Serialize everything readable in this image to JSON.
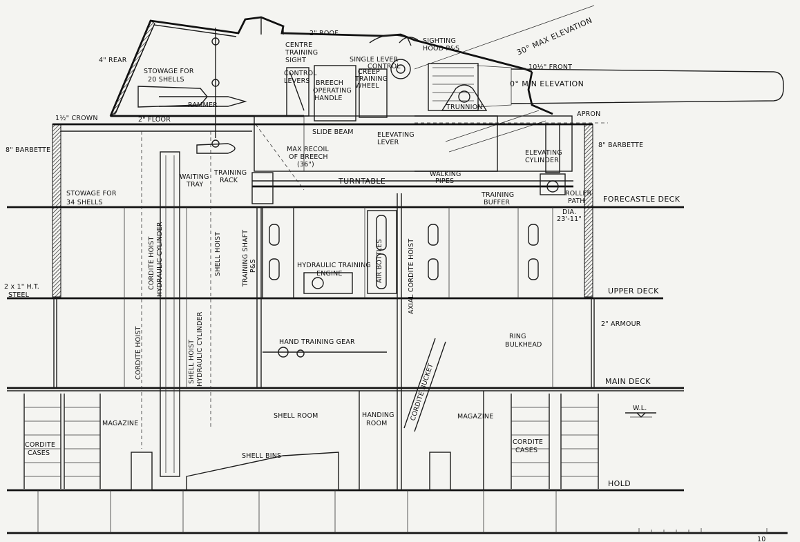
{
  "labels": {
    "roof": "2\" ROOF",
    "max_elevation": "30° MAX ELEVATION",
    "rear": "4\" REAR",
    "centre_training_sight": [
      "CENTRE",
      "TRAINING",
      "SIGHT"
    ],
    "sighting_hood": [
      "SIGHTING",
      "HOOD P&S"
    ],
    "single_lever_control": [
      "SINGLE LEVER",
      "CONTROL"
    ],
    "creep_training_wheel": [
      "CREEP",
      "TRAINING",
      "WHEEL"
    ],
    "front": "10½\" FRONT",
    "stowage_20": [
      "STOWAGE FOR",
      "20 SHELLS"
    ],
    "control_levers": [
      "CONTROL",
      "LEVERS"
    ],
    "breech_operating_handle": [
      "BREECH",
      "OPERATING",
      "HANDLE"
    ],
    "min_elevation": "0° MIN ELEVATION",
    "rammer": "RAMMER",
    "trunnion": "TRUNNION",
    "apron": "APRON",
    "crown": "1½\" CROWN",
    "floor": "2\" FLOOR",
    "slide_beam": "SLIDE BEAM",
    "elevating_lever": [
      "ELEVATING",
      "LEVER"
    ],
    "barbette_left": "8\" BARBETTE",
    "barbette_right": "8\" BARBETTE",
    "max_recoil": [
      "MAX RECOIL",
      "OF BREECH",
      "(36\")"
    ],
    "elevating_cylinder": [
      "ELEVATING",
      "CYLINDER"
    ],
    "training_rack": [
      "TRAINING",
      "RACK"
    ],
    "waiting_tray": [
      "WAITING",
      "TRAY"
    ],
    "walking_pipes": [
      "WALKING",
      "PIPES"
    ],
    "turntable": "TURNTABLE",
    "stowage_34": [
      "STOWAGE FOR",
      "34 SHELLS"
    ],
    "training_buffer": [
      "TRAINING",
      "BUFFER"
    ],
    "roller_path": [
      "ROLLER",
      "PATH"
    ],
    "forecastle_deck": "FORECASTLE DECK",
    "dia": [
      "DIA.",
      "23'-11\""
    ],
    "cordite_hoist_hydraulic_cylinder": [
      "CORDITE HOIST",
      "HYDRAULIC CYLINDER"
    ],
    "shell_hoist": "SHELL HOIST",
    "training_shaft": [
      "TRAINING SHAFT",
      "P&S"
    ],
    "hydraulic_training_engine": [
      "HYDRAULIC TRAINING",
      "ENGINE"
    ],
    "air_bottles": "AIR BOTTLES",
    "axial_cordite_hoist": "AXIAL CORDITE HOIST",
    "ht_steel": [
      "2 x 1\" H.T.",
      "STEEL"
    ],
    "upper_deck": "UPPER DECK",
    "cordite_hoist": "CORDITE HOIST",
    "shell_hoist_hydraulic_cylinder": [
      "SHELL HOIST",
      "HYDRAULIC CYLINDER"
    ],
    "two_inch_armour": "2\" ARMOUR",
    "hand_training_gear": "HAND TRAINING GEAR",
    "ring_bulkhead": [
      "RING",
      "BULKHEAD"
    ],
    "main_deck": "MAIN DECK",
    "magazine_left": "MAGAZINE",
    "shell_room": "SHELL ROOM",
    "handing_room": [
      "HANDING",
      "ROOM"
    ],
    "cordite_bucket": "CORDITE BUCKET",
    "magazine_right": "MAGAZINE",
    "wl": "W.L.",
    "cordite_cases_left": [
      "CORDITE",
      "CASES"
    ],
    "shell_bins": "SHELL BINS",
    "cordite_cases_right": [
      "CORDITE",
      "CASES"
    ],
    "hold": "HOLD",
    "scale_end": "10"
  }
}
